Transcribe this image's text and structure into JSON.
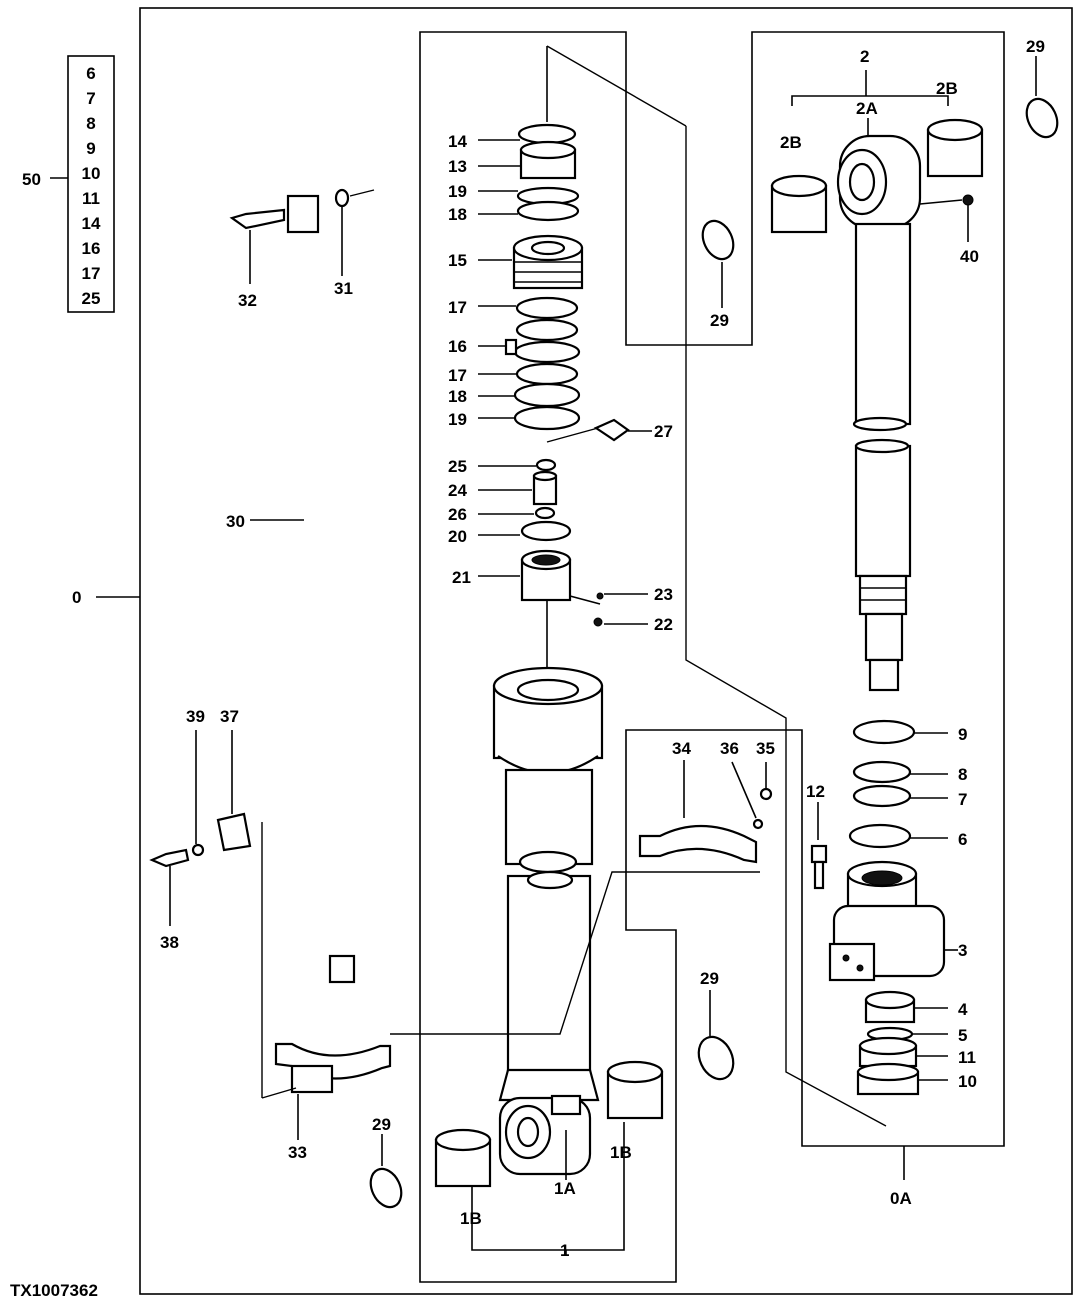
{
  "figure_id": "TX1007362",
  "kit_box": {
    "label": "50",
    "items": [
      "6",
      "7",
      "8",
      "9",
      "10",
      "11",
      "14",
      "16",
      "17",
      "25"
    ]
  },
  "labels": {
    "assembly": "0",
    "p1": "1",
    "p1a": "1A",
    "p1b_left": "1B",
    "p1b_right": "1B",
    "p2": "2",
    "p2a": "2A",
    "p2b_left": "2B",
    "p2b_right": "2B",
    "p0a": "0A",
    "p3": "3",
    "p4": "4",
    "p5": "5",
    "p6": "6",
    "p7": "7",
    "p8": "8",
    "p9": "9",
    "p10": "10",
    "p11": "11",
    "p12": "12",
    "p13": "13",
    "p14": "14",
    "p15": "15",
    "p16": "16",
    "p17a": "17",
    "p17b": "17",
    "p18a": "18",
    "p18b": "18",
    "p19a": "19",
    "p19b": "19",
    "p20": "20",
    "p21": "21",
    "p22": "22",
    "p23": "23",
    "p24": "24",
    "p25": "25",
    "p26": "26",
    "p27": "27",
    "p29a": "29",
    "p29b": "29",
    "p29c": "29",
    "p29d": "29",
    "p30": "30",
    "p31": "31",
    "p32": "32",
    "p33": "33",
    "p34": "34",
    "p35": "35",
    "p36": "36",
    "p37": "37",
    "p38": "38",
    "p39": "39",
    "p40": "40"
  }
}
